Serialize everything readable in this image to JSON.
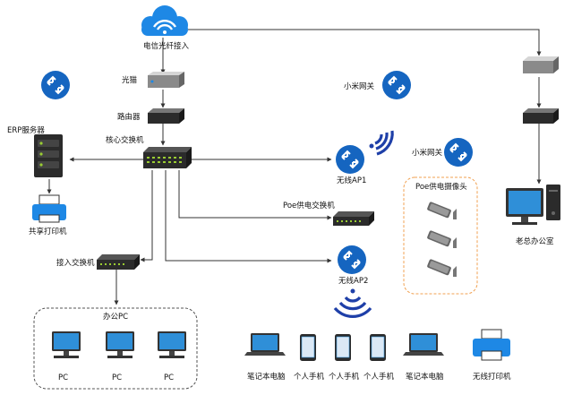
{
  "labels": {
    "fiber": "电信光纤接入",
    "modem": "光猫",
    "router": "路由器",
    "core_switch": "核心交换机",
    "erp_server": "ERP服务器",
    "shared_printer": "共享打印机",
    "xiaomi_gw_1": "小米网关",
    "xiaomi_gw_2": "小米网关",
    "ap1": "无线AP1",
    "ap2": "无线AP2",
    "poe_switch": "Poe供电交换机",
    "poe_camera": "Poe供电摄像头",
    "access_switch": "接入交换机",
    "office_pc": "办公PC",
    "pc1": "PC",
    "pc2": "PC",
    "pc3": "PC",
    "laptop1": "笔记本电脑",
    "phone1": "个人手机",
    "phone2": "个人手机",
    "phone3": "个人手机",
    "laptop2": "笔记本电脑",
    "wireless_printer": "无线打印机",
    "boss_office": "老总办公室"
  },
  "colors": {
    "cloud": "#1e88e5",
    "router_blue": "#1565c0",
    "line": "#333333",
    "dash_orange": "#f0a050",
    "dash_gray": "#555555",
    "device_dark": "#2b2b2b",
    "screen_blue": "#2f8fd8"
  }
}
